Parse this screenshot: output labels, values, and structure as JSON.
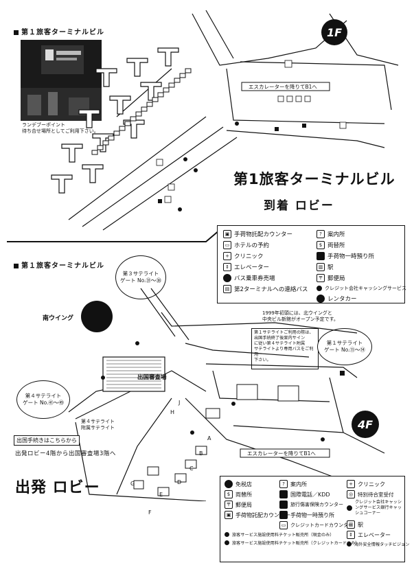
{
  "top": {
    "section_title": "第１旅客ターミナルビル",
    "photo_caption": "ランデブーポイント\n待ち合せ場所としてご利用下さい。",
    "floor_badge": "1F",
    "escalator_note": "エスカレーターを降りてB1へ",
    "big_title": "第1旅客ターミナルビル",
    "sub_title": "到着 ロビー",
    "legend": [
      {
        "icon": "luggage-icon",
        "label": "手荷物託配カウンター"
      },
      {
        "icon": "info-icon",
        "label": "案内所"
      },
      {
        "icon": "hotel-icon",
        "label": "ホテルの予約"
      },
      {
        "icon": "exchange-icon",
        "label": "両替所"
      },
      {
        "icon": "clinic-icon",
        "label": "クリニック"
      },
      {
        "icon": "baggage-storage-icon",
        "label": "手荷物一時預り所"
      },
      {
        "icon": "elevator-icon",
        "label": "エレベーター"
      },
      {
        "icon": "station-icon",
        "label": "駅"
      },
      {
        "icon": "bus-ticket-icon",
        "label": "バス乗車券売場"
      },
      {
        "icon": "post-office-icon",
        "label": "郵便局"
      },
      {
        "icon": "shuttle-bus-icon",
        "label": "第2ターミナルへの連絡バス"
      },
      {
        "icon": "credit-card-icon",
        "label": "クレジット会社キャッシングサービス"
      },
      {
        "icon": "rental-car-icon",
        "label": "レンタカー"
      }
    ]
  },
  "bottom": {
    "section_title": "第１旅客ターミナルビル",
    "satellite3": "第３サテライト\nゲート No.㉛～㊳",
    "south_wing": "南ウイング",
    "notice_1999": "1999年初頭には、北ウイングと\n中央ビル新館がオープン予定です。",
    "satellite_note": "第１サテライトご利用の際は、\n出国手続終了後案内サイン\nに従い第４サテライト附属\nサテライトより専用バスをご利用\n下さい。",
    "satellite1": "第１サテライト\nゲート No.⑪～⑭",
    "departure_hall": "出国審査場",
    "satellite4": "第４サテライト\nゲート No.㊶～㊾",
    "satellite4_annex": "第４サテライト\n附属サテライト",
    "departure_proc": "出国手続きはこちらから",
    "lobby_note": "出発ロビー4階から出国審査場3階へ",
    "floor_badge": "4F",
    "escalator_note": "エスカレーターを降りてB1へ",
    "big_title": "出発 ロビー",
    "counter_letters": [
      "A",
      "B",
      "C",
      "D",
      "E",
      "F",
      "G",
      "H",
      "J"
    ],
    "legend": [
      {
        "icon": "duty-free-icon",
        "label": "免税店"
      },
      {
        "icon": "info-icon",
        "label": "案内所"
      },
      {
        "icon": "clinic-icon",
        "label": "クリニック"
      },
      {
        "icon": "exchange-icon",
        "label": "両替所"
      },
      {
        "icon": "intl-phone-icon",
        "label": "国際電話／KDD"
      },
      {
        "icon": "special-reception-icon",
        "label": "特別待合室受付"
      },
      {
        "icon": "post-office-icon",
        "label": "郵便局"
      },
      {
        "icon": "insurance-icon",
        "label": "旅行傷害保険カウンター"
      },
      {
        "icon": "credit-card-icon",
        "label": "クレジット会社キャッシングサービス銀行キャッシュコーナー"
      },
      {
        "icon": "luggage-icon",
        "label": "手荷物託配カウンター"
      },
      {
        "icon": "baggage-storage-icon",
        "label": "手荷物一時預り所"
      },
      {
        "icon": "station-icon",
        "label": "駅"
      },
      {
        "icon": "credit-counter-icon",
        "label": "クレジットカードカウンター"
      },
      {
        "icon": "elevator-icon",
        "label": "エレベーター"
      },
      {
        "icon": "service-ticket-icon",
        "label": "旅客サービス施設使用料チケット販売所（現金のみ）"
      },
      {
        "icon": "service-ticket-icon",
        "label": "旅客サービス施設使用料チケット販売所（クレジットカードのみ）"
      },
      {
        "icon": "safety-info-icon",
        "label": "海外安全情報タッチビジョン"
      }
    ]
  }
}
